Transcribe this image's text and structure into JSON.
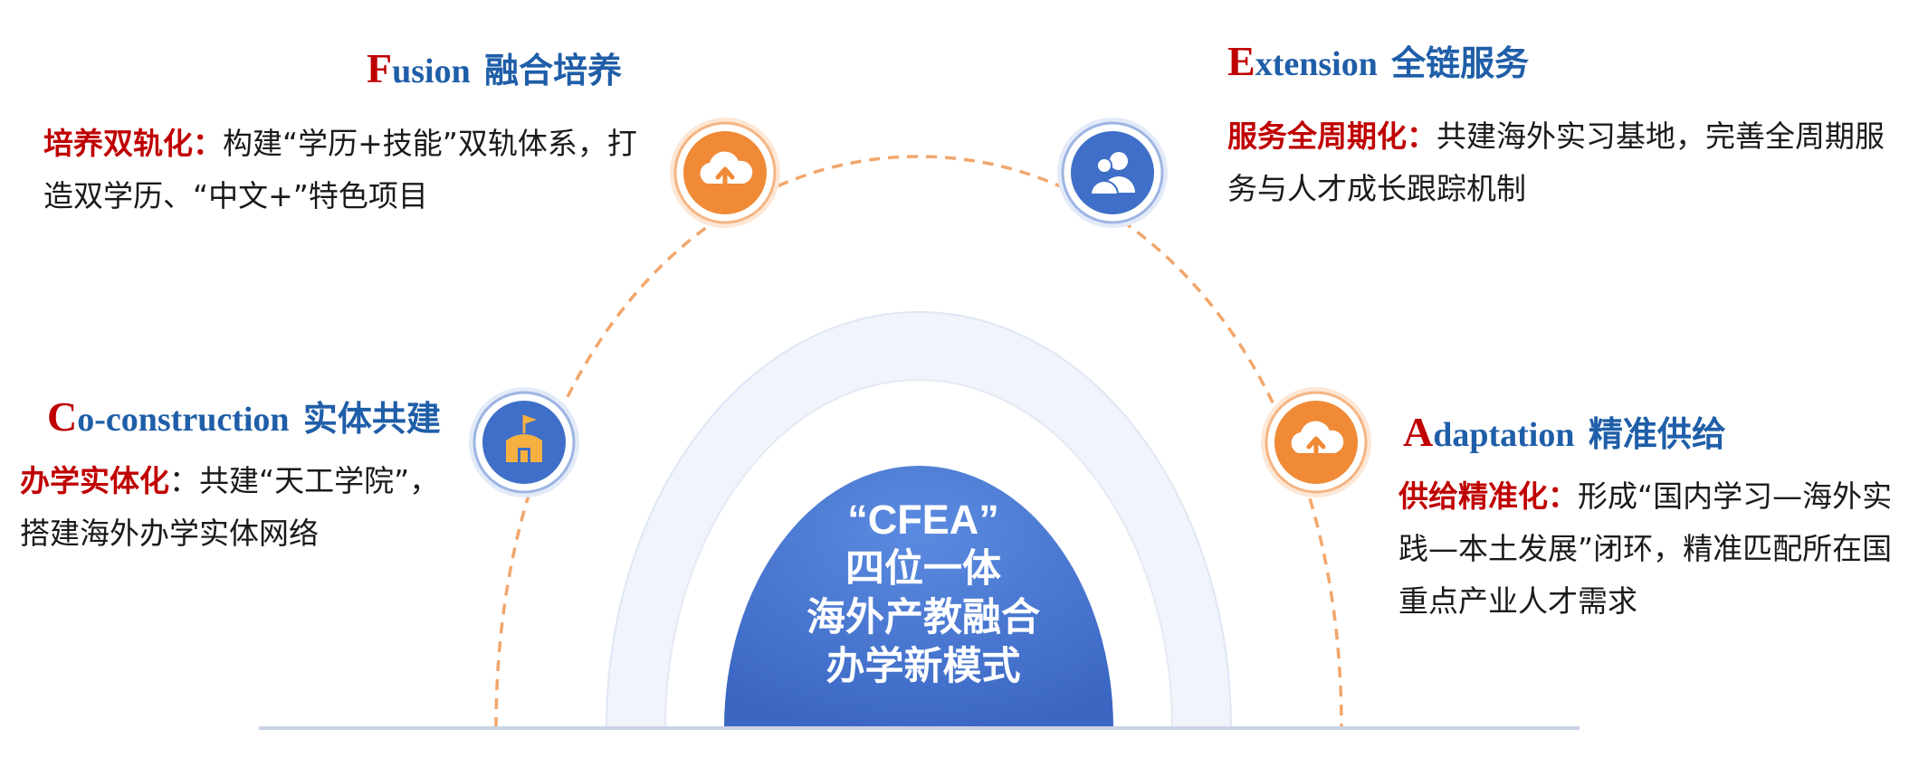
{
  "center": {
    "line1": "“CFEA”",
    "line2": "四位一体",
    "line3": "海外产教融合",
    "line4": "办学新模式"
  },
  "fusion": {
    "initial": "F",
    "rest": "usion",
    "cn": "融合培养",
    "label": "培养双轨化：",
    "text": "构建“学历+技能”双轨体系，打造双学历、“中文+”特色项目",
    "icon": "cloud-upload-icon"
  },
  "extension": {
    "initial": "E",
    "rest": "xtension",
    "cn": "全链服务",
    "label": "服务全周期化：",
    "text": "共建海外实习基地，完善全周期服务与人才成长跟踪机制",
    "icon": "users-icon"
  },
  "coconstruction": {
    "initial": "C",
    "rest": "o-construction",
    "cn": "实体共建",
    "label": "办学实体化",
    "text": "：共建“天工学院”，搭建海外办学实体网络",
    "icon": "school-flag-icon"
  },
  "adaptation": {
    "initial": "A",
    "rest": "daptation",
    "cn": "精准供给",
    "label": "供给精准化：",
    "text": "形成“国内学习—海外实践—本土发展”闭环，精准匹配所在国重点产业人才需求",
    "icon": "cloud-upload-icon"
  },
  "colors": {
    "orange": "#f08a36",
    "blue": "#3f6fc8",
    "title_blue": "#1f5ea8",
    "accent_red": "#c00000",
    "dashed_arc": "#f2a66b",
    "pale_arc": "#eef2fa"
  }
}
